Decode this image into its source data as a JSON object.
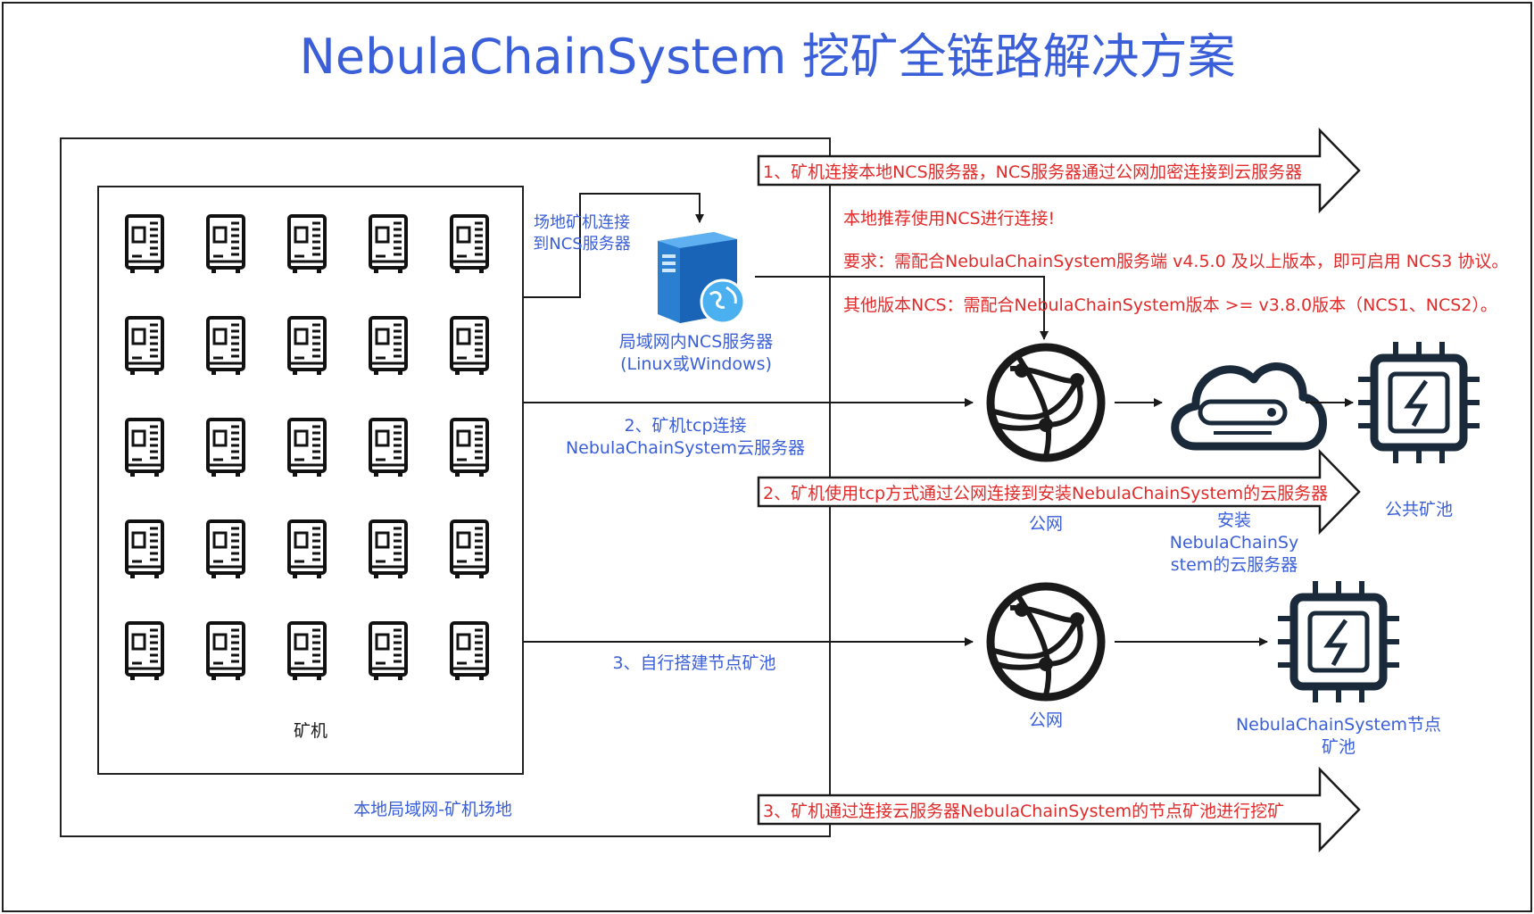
{
  "title": "NebulaChainSystem 挖矿全链路解决方案",
  "colors": {
    "blue": "#3a5fd9",
    "red": "#e02b2b",
    "dark": "#1a1a1a"
  },
  "miners": {
    "rows": 5,
    "cols": 5,
    "label": "矿机",
    "icon": "miner-machine-icon"
  },
  "lan_label": "本地局域网-矿机场地",
  "ncs_server": {
    "label_line1": "局域网内NCS服务器",
    "label_line2": "(Linux或Windows)",
    "icon": "server-globe-icon"
  },
  "conn_to_ncs": {
    "line1": "场地矿机连接",
    "line2": "到NCS服务器"
  },
  "conn_tcp": {
    "line1": "2、矿机tcp连接",
    "line2": "NebulaChainSystem云服务器"
  },
  "conn_self": "3、自行搭建节点矿池",
  "arrow1": "1、矿机连接本地NCS服务器，NCS服务器通过公网加密连接到云服务器",
  "arrow2": "2、矿机使用tcp方式通过公网连接到安装NebulaChainSystem的云服务器",
  "arrow3": "3、矿机通过连接云服务器NebulaChainSystem的节点矿池进行挖矿",
  "notes": [
    "本地推荐使用NCS进行连接!",
    "要求：需配合NebulaChainSystem服务端 v4.5.0 及以上版本，即可启用 NCS3 协议。",
    "其他版本NCS：需配合NebulaChainSystem版本 >= v3.8.0版本（NCS1、NCS2）。"
  ],
  "internet1_label": "公网",
  "internet2_label": "公网",
  "cloud_server": {
    "line1": "安装",
    "line2": "NebulaChainSy",
    "line3": "stem的云服务器",
    "icon": "cloud-server-icon"
  },
  "public_pool_label": "公共矿池",
  "node_pool": {
    "line1": "NebulaChainSystem节点",
    "line2": "矿池",
    "icon": "chip-icon"
  }
}
